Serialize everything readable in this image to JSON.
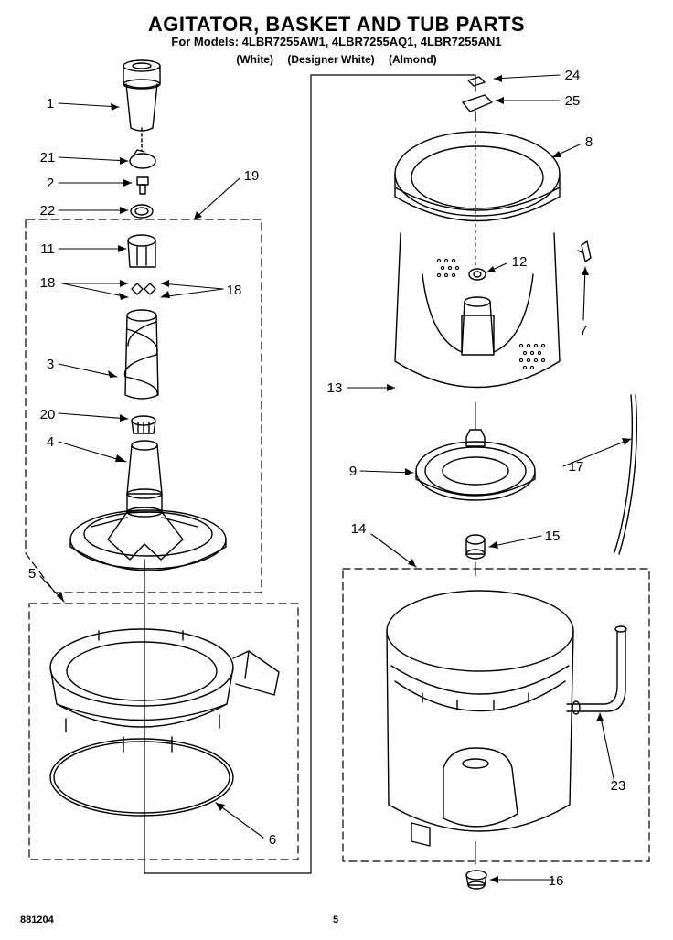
{
  "header": {
    "title": "AGITATOR, BASKET AND TUB PARTS",
    "models_line": "For Models: 4LBR7255AW1, 4LBR7255AQ1, 4LBR7255AN1",
    "color_variants": [
      "(White)",
      "(Designer White)",
      "(Almond)"
    ]
  },
  "callouts": [
    {
      "id": "c1",
      "number": "1",
      "part": "agitator-cap"
    },
    {
      "id": "c21",
      "number": "21",
      "part": "retaining-clip"
    },
    {
      "id": "c2",
      "number": "2",
      "part": "bolt"
    },
    {
      "id": "c22",
      "number": "22",
      "part": "washer"
    },
    {
      "id": "c19",
      "number": "19",
      "part": "agitator-assembly"
    },
    {
      "id": "c11",
      "number": "11",
      "part": "cam"
    },
    {
      "id": "c18a",
      "number": "18",
      "part": "dog"
    },
    {
      "id": "c18b",
      "number": "18",
      "part": "dog"
    },
    {
      "id": "c3",
      "number": "3",
      "part": "auger"
    },
    {
      "id": "c20",
      "number": "20",
      "part": "drive-bell"
    },
    {
      "id": "c4",
      "number": "4",
      "part": "agitator-base"
    },
    {
      "id": "c5",
      "number": "5",
      "part": "tub-ring-assembly"
    },
    {
      "id": "c6",
      "number": "6",
      "part": "tub-ring-seal"
    },
    {
      "id": "c24",
      "number": "24",
      "part": "screw"
    },
    {
      "id": "c25",
      "number": "25",
      "part": "clip"
    },
    {
      "id": "c8",
      "number": "8",
      "part": "balance-ring"
    },
    {
      "id": "c12",
      "number": "12",
      "part": "nut"
    },
    {
      "id": "c7",
      "number": "7",
      "part": "clip"
    },
    {
      "id": "c13",
      "number": "13",
      "part": "basket"
    },
    {
      "id": "c9",
      "number": "9",
      "part": "basket-drive-hub"
    },
    {
      "id": "c17",
      "number": "17",
      "part": "hose"
    },
    {
      "id": "c14",
      "number": "14",
      "part": "tub-assembly"
    },
    {
      "id": "c15",
      "number": "15",
      "part": "spanner-nut"
    },
    {
      "id": "c23",
      "number": "23",
      "part": "outlet-hose"
    },
    {
      "id": "c16",
      "number": "16",
      "part": "tub-seal"
    }
  ],
  "footer": {
    "doc_code": "881204",
    "page": "5"
  }
}
